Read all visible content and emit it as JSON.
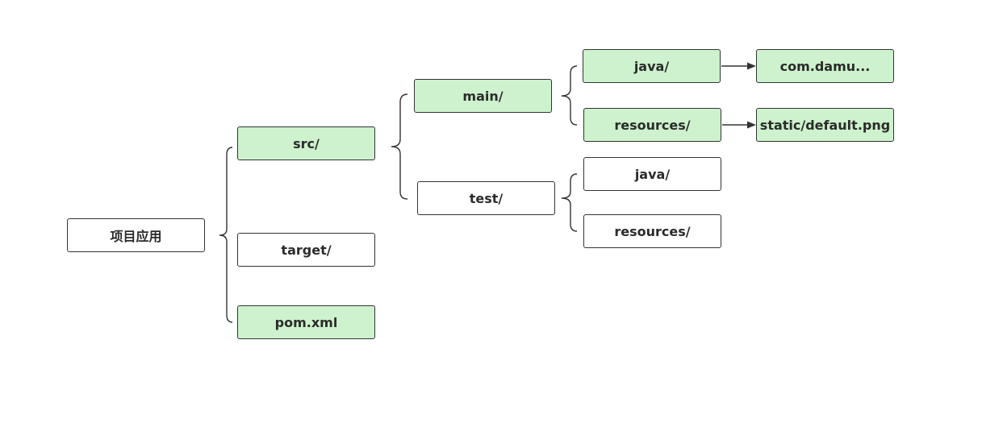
{
  "diagram": {
    "root": {
      "label": "项目应用",
      "highlight": false
    },
    "level1": [
      {
        "label": "src/",
        "highlight": true
      },
      {
        "label": "target/",
        "highlight": false
      },
      {
        "label": "pom.xml",
        "highlight": true
      }
    ],
    "src_children": [
      {
        "label": "main/",
        "highlight": true
      },
      {
        "label": "test/",
        "highlight": false
      }
    ],
    "main_children": [
      {
        "label": "java/",
        "highlight": true
      },
      {
        "label": "resources/",
        "highlight": true
      }
    ],
    "test_children": [
      {
        "label": "java/",
        "highlight": false
      },
      {
        "label": "resources/",
        "highlight": false
      }
    ],
    "leaves": [
      {
        "label": "com.damu...",
        "highlight": true
      },
      {
        "label": "static/default.png",
        "highlight": true
      }
    ]
  },
  "colors": {
    "highlight_fill": "#cdf2cd",
    "plain_fill": "#ffffff",
    "border": "#333333",
    "text": "#2b2b2b"
  }
}
